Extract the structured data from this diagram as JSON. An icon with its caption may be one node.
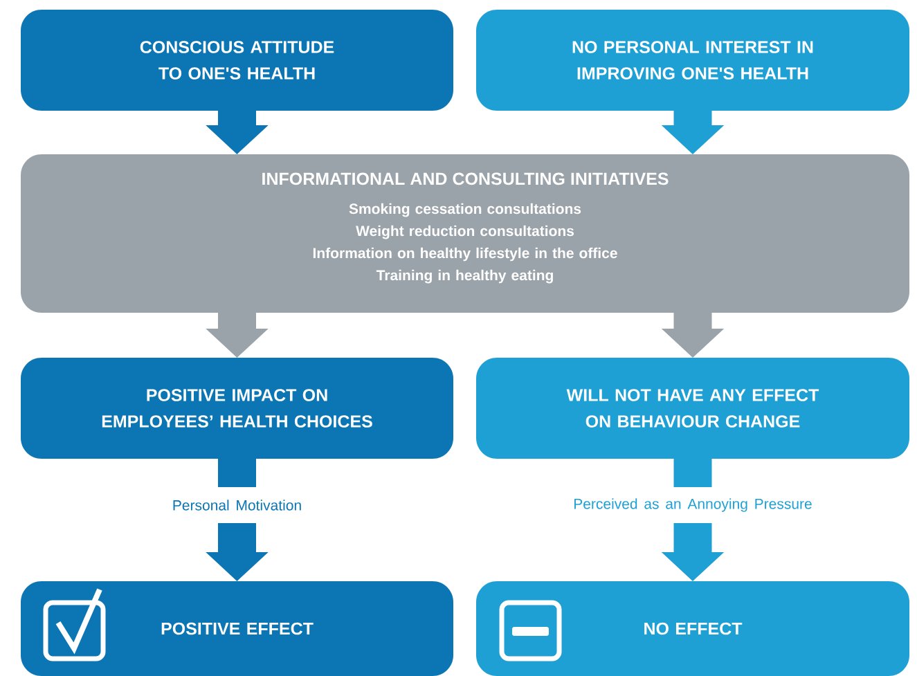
{
  "diagram": {
    "nodes": [
      {
        "text": [
          "CONSCIOUS ATTITUDE TO ONE'S HEALTH"
        ]
      },
      {
        "text": [
          "NO PERSONAL INTEREST IN IMPROVING ONE'S HEALTH"
        ]
      },
      {
        "text": [
          "INFORMATIONAL AND CONSULTING INITIATIVES",
          "Smoking cessation consultations",
          "Weight reduction consultations",
          "Information on healthy lifestyle in the office",
          "Training in healthy eating"
        ]
      },
      {
        "text": [
          "POSITIVE IMPACT ON EMPLOYEES’ HEALTH CHOICES"
        ]
      },
      {
        "text": [
          "WILL NOT HAVE ANY EFFECT ON BEHAVIOUR CHANGE"
        ]
      },
      {
        "text": [
          "POSITIVE EFFECT"
        ]
      },
      {
        "text": [
          "NO EFFECT"
        ]
      }
    ],
    "edges": [
      {
        "from": 0,
        "to": 2,
        "arrow": "to",
        "color": "#0b76b3"
      },
      {
        "from": 1,
        "to": 2,
        "arrow": "to",
        "color": "#1ea0d4"
      },
      {
        "from": 2,
        "to": 3,
        "arrow": "to",
        "color": "#9ba3aa"
      },
      {
        "from": 2,
        "to": 4,
        "arrow": "to",
        "color": "#9ba3aa"
      },
      {
        "from": 3,
        "to": 5,
        "arrow": "to",
        "color": "#0b76b3",
        "label": "Personal Motivation"
      },
      {
        "from": 4,
        "to": 6,
        "arrow": "to",
        "color": "#1ea0d4",
        "label": "Perceived as an Annoying Pressure"
      }
    ]
  }
}
